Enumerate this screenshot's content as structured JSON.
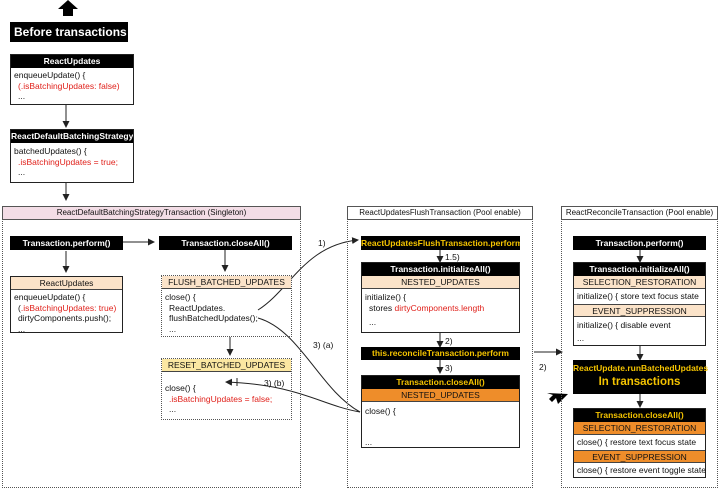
{
  "page_title": "Before transactions",
  "react_updates_top": {
    "header": "ReactUpdates",
    "lines": [
      "enqueueUpdate() {",
      "(.isBatchingUpdates: false)",
      "..."
    ]
  },
  "strategy": {
    "header": "ReactDefaultBatchingStrategy",
    "lines": [
      "batchedUpdates() {",
      ".isBatchingUpdates = true;",
      "..."
    ]
  },
  "strategy_txn": {
    "title": "ReactDefaultBatchingStrategyTransaction (Singleton)",
    "perform": "Transaction.perform()",
    "close_all": "Transaction.closeAll()",
    "updates_box": {
      "header": "ReactUpdates",
      "lines": [
        "enqueueUpdate() {",
        ".isBatchingUpdates: true)",
        "dirtyComponents.push();",
        "..."
      ]
    },
    "flush_wrapper": {
      "header": "FLUSH_BATCHED_UPDATES",
      "lines": [
        "close() {",
        "ReactUpdates.",
        "flushBatchedUpdates();",
        "..."
      ]
    },
    "reset_wrapper": {
      "header": "RESET_BATCHED_UPDATES",
      "lines": [
        "close() {",
        ".isBatchingUpdates = false;",
        "..."
      ]
    }
  },
  "flush_txn": {
    "title": "ReactUpdatesFlushTransaction (Pool enable)",
    "perform": "ReactUpdatesFlushTransaction.perform()",
    "init_all": "Transaction.initializeAll()",
    "nested_updates": "NESTED_UPDATES",
    "init_lines": [
      "initialize() {",
      "stores dirtyComponents.length",
      "..."
    ],
    "reconcile_perform": "this.reconcileTransaction.perform",
    "close_all": "Transaction.closeAll()",
    "nested_updates_2": "NESTED_UPDATES",
    "close_lines": [
      "close() {",
      "..."
    ]
  },
  "reconcile_txn": {
    "title": "ReactReconcileTransaction (Pool enable)",
    "perform": "Transaction.perform()",
    "init_all": "Transaction.initializeAll()",
    "sel_restoration": "SELECTION_RESTORATION",
    "sel_init": "initialize() { store text focus state",
    "event_suppression": "EVENT_SUPPRESSION",
    "event_init": "initialize() { disable event",
    "batched": "ReactUpdate.runBatchedUpdates",
    "in_transactions": "In transactions",
    "close_all": "Transaction.closeAll()",
    "sel_restoration_2": "SELECTION_RESTORATION",
    "sel_close": "close() { restore text focus state",
    "event_suppression_2": "EVENT_SUPPRESSION",
    "event_close": "close() { restore event toggle state"
  },
  "arrow_labels": {
    "a1": "1)",
    "a15": "1.5)",
    "a2": "2)",
    "a3": "3)",
    "a3a": "3) (a)",
    "a3b": "3) (b)",
    "a2r": "2)"
  },
  "colors": {
    "red": "#e0211b",
    "peach": "#fbe3c9",
    "yellow": "#fbe7a2",
    "orange": "#ee8d2a",
    "pink": "#f3dde6",
    "yellow_text": "#f5c400"
  }
}
